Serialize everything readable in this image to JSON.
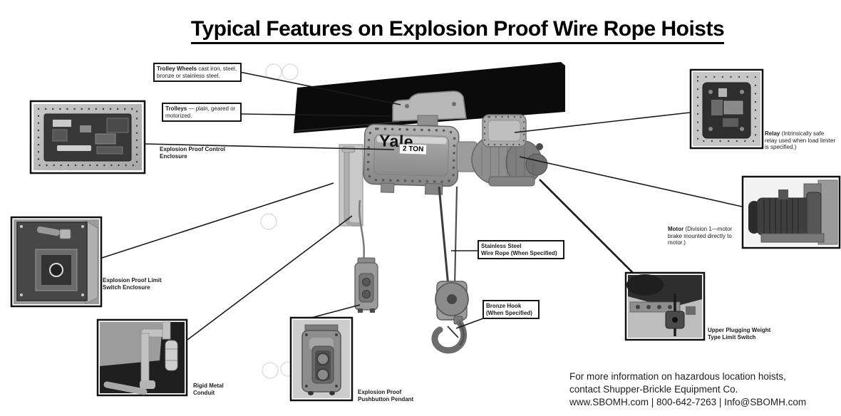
{
  "title": "Typical Features on Explosion Proof Wire Rope Hoists",
  "hoist": {
    "brand": "Yale",
    "capacity_badge": "2 TON"
  },
  "callouts": {
    "trolley_wheels": {
      "lead": "Trolley Wheels",
      "rest": " cast iron, steel, bronze or stainless steel."
    },
    "trolleys": {
      "lead": "Trolleys",
      "rest": " — plain, geared or motorized."
    },
    "control_enclosure": {
      "line1": "Explosion Proof Control",
      "line2": "Enclosure"
    },
    "limit_switch": {
      "line1": "Explosion Proof Limit",
      "line2": "Switch Enclosure"
    },
    "conduit": {
      "line1": "Rigid Metal",
      "line2": "Conduit"
    },
    "pendant": {
      "line1": "Explosion Proof",
      "line2": "Pushbutton Pendant"
    },
    "wire_rope": {
      "line1": "Stainless Steel",
      "line2": "Wire Rope (When Specified)"
    },
    "bronze_hook": {
      "line1": "Bronze Hook",
      "line2": "(When Specified)"
    },
    "relay": {
      "lead": "Relay",
      "rest": " (Intrinsically safe relay used when load limiter is specified.)"
    },
    "motor": {
      "lead": "Motor",
      "rest": " (Division 1—motor brake mounted directly to motor.)"
    },
    "upper_switch": {
      "line1": "Upper Plugging Weight",
      "line2": "Type Limit Switch"
    }
  },
  "footer": {
    "line1": "For more information on hazardous location hoists,",
    "line2": "contact Shupper-Brickle Equipment Co.",
    "line3": "www.SBOMH.com | 800-642-7263 | Info@SBOMH.com"
  }
}
